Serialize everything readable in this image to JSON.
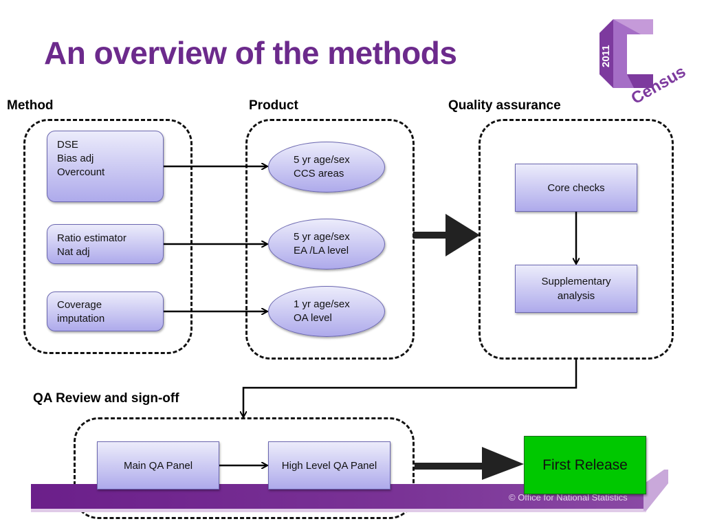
{
  "title": "An overview of the methods",
  "logo": {
    "year": "2011",
    "word": "Census",
    "icon": "census-2011-logo"
  },
  "headings": {
    "method": "Method",
    "product": "Product",
    "quality": "Quality assurance",
    "review": "QA Review and sign-off"
  },
  "methods": [
    {
      "lines": [
        "DSE",
        "Bias adj",
        "Overcount"
      ]
    },
    {
      "lines": [
        "Ratio estimator",
        "Nat adj"
      ]
    },
    {
      "lines": [
        "Coverage",
        "imputation"
      ]
    }
  ],
  "products": [
    {
      "lines": [
        "5 yr age/sex",
        "CCS areas"
      ]
    },
    {
      "lines": [
        "5 yr age/sex",
        "EA /LA  level"
      ]
    },
    {
      "lines": [
        "1 yr age/sex",
        "OA level"
      ]
    }
  ],
  "quality": {
    "core": "Core checks",
    "supp_lines": [
      "Supplementary",
      "analysis"
    ]
  },
  "review": {
    "main_panel": "Main QA Panel",
    "high_panel": "High Level QA Panel"
  },
  "release": {
    "label": "First Release",
    "color": "#00c800"
  },
  "footer": {
    "copyright": "© Office for National Statistics",
    "bar_color": "#6b1f8a"
  },
  "colors": {
    "title": "#6c2a8c",
    "box_top": "#ececfb",
    "box_bottom": "#aeaaeb"
  }
}
